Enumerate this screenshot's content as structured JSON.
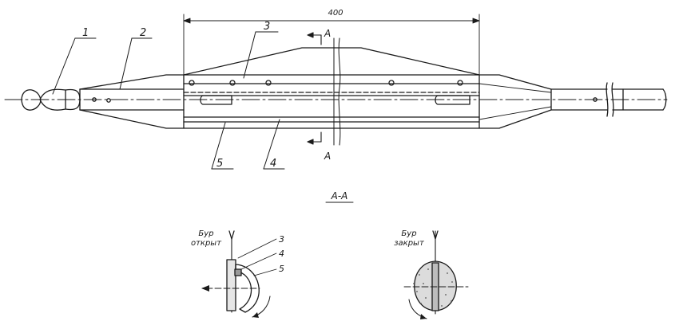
{
  "dimension": "400",
  "callouts": {
    "c1": "1",
    "c2": "2",
    "c3": "3",
    "c4": "4",
    "c5": "5"
  },
  "section": {
    "cut_mark_top": "A",
    "cut_mark_bottom": "A",
    "title": "A-A"
  },
  "section_left": {
    "state_line1": "Бур",
    "state_line2": "открыт",
    "c3": "3",
    "c4": "4",
    "c5": "5"
  },
  "section_right": {
    "state_line1": "Бур",
    "state_line2": "закрыт"
  }
}
